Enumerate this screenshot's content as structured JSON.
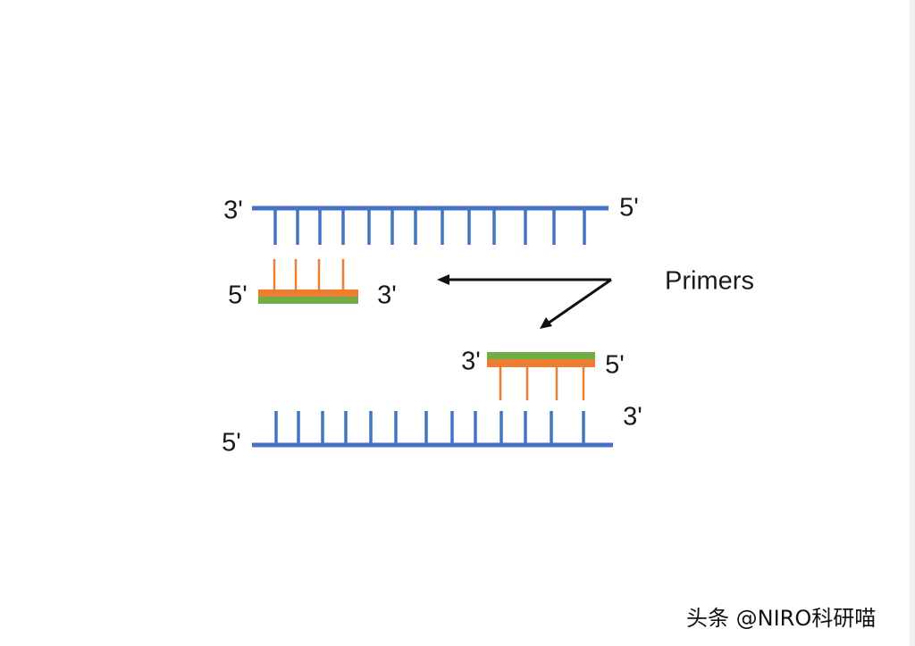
{
  "labels": {
    "top_left": "3'",
    "top_right": "5'",
    "primer1_left": "5'",
    "primer1_right": "3'",
    "primer2_left": "3'",
    "primer2_right": "5'",
    "bottom_left": "5'",
    "bottom_right": "3'",
    "primers": "Primers"
  },
  "watermark": "头条 @NIRO科研喵",
  "colors": {
    "template_strand": "#4472c4",
    "primer_backbone": "#ed7d31",
    "primer_marker": "#70ad47",
    "arrow": "#111111"
  }
}
